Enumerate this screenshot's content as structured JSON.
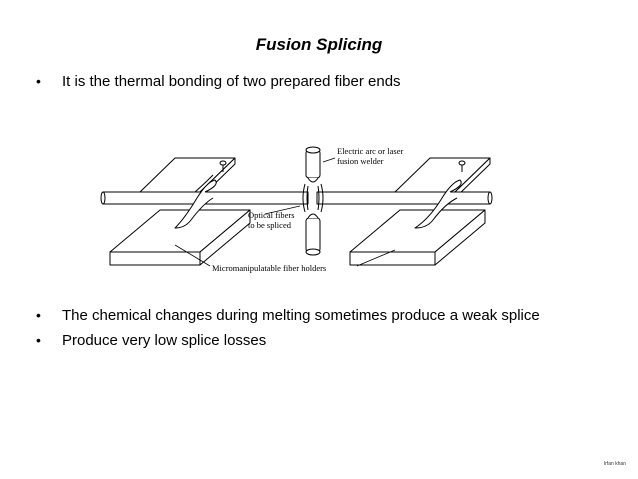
{
  "slide": {
    "title": "Fusion Splicing",
    "bullets_top": [
      "It is the thermal bonding of two prepared fiber ends"
    ],
    "bullets_bottom": [
      "The chemical changes during melting sometimes produce a weak splice",
      "Produce very low splice losses"
    ],
    "bullet_symbol": "•",
    "footer": "Irfan khan"
  },
  "diagram": {
    "labels": {
      "welder_line1": "Electric arc or laser",
      "welder_line2": "fusion welder",
      "fibers_line1": "Optical fibers",
      "fibers_line2": "to be spliced",
      "holders": "Micromanipulatable fiber holders"
    }
  }
}
